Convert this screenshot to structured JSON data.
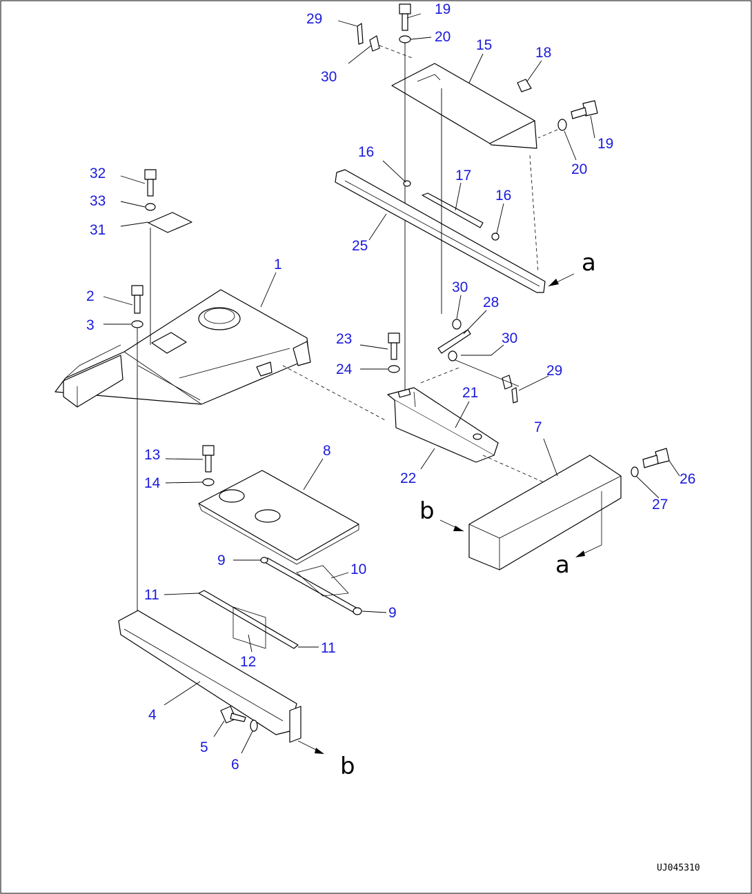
{
  "callouts": [
    {
      "id": "c29a",
      "text": "29"
    },
    {
      "id": "c19a",
      "text": "19"
    },
    {
      "id": "c20a",
      "text": "20"
    },
    {
      "id": "c30a",
      "text": "30"
    },
    {
      "id": "c15",
      "text": "15"
    },
    {
      "id": "c18",
      "text": "18"
    },
    {
      "id": "c19b",
      "text": "19"
    },
    {
      "id": "c20b",
      "text": "20"
    },
    {
      "id": "c16a",
      "text": "16"
    },
    {
      "id": "c17",
      "text": "17"
    },
    {
      "id": "c16b",
      "text": "16"
    },
    {
      "id": "c25",
      "text": "25"
    },
    {
      "id": "c32",
      "text": "32"
    },
    {
      "id": "c33",
      "text": "33"
    },
    {
      "id": "c31",
      "text": "31"
    },
    {
      "id": "c1",
      "text": "1"
    },
    {
      "id": "c2",
      "text": "2"
    },
    {
      "id": "c3",
      "text": "3"
    },
    {
      "id": "c30b",
      "text": "30"
    },
    {
      "id": "c28",
      "text": "28"
    },
    {
      "id": "c23",
      "text": "23"
    },
    {
      "id": "c30c",
      "text": "30"
    },
    {
      "id": "c24",
      "text": "24"
    },
    {
      "id": "c29b",
      "text": "29"
    },
    {
      "id": "c21",
      "text": "21"
    },
    {
      "id": "c7",
      "text": "7"
    },
    {
      "id": "c13",
      "text": "13"
    },
    {
      "id": "c8",
      "text": "8"
    },
    {
      "id": "c14",
      "text": "14"
    },
    {
      "id": "c22",
      "text": "22"
    },
    {
      "id": "c26",
      "text": "26"
    },
    {
      "id": "c27",
      "text": "27"
    },
    {
      "id": "c9a",
      "text": "9"
    },
    {
      "id": "c10",
      "text": "10"
    },
    {
      "id": "c11a",
      "text": "11"
    },
    {
      "id": "c9b",
      "text": "9"
    },
    {
      "id": "c11b",
      "text": "11"
    },
    {
      "id": "c12",
      "text": "12"
    },
    {
      "id": "c4",
      "text": "4"
    },
    {
      "id": "c5",
      "text": "5"
    },
    {
      "id": "c6",
      "text": "6"
    }
  ],
  "reference_letters": {
    "a_top": "a",
    "b_left": "b",
    "a_bottom": "a",
    "b_bottom": "b"
  },
  "drawing_code": "UJ045310"
}
